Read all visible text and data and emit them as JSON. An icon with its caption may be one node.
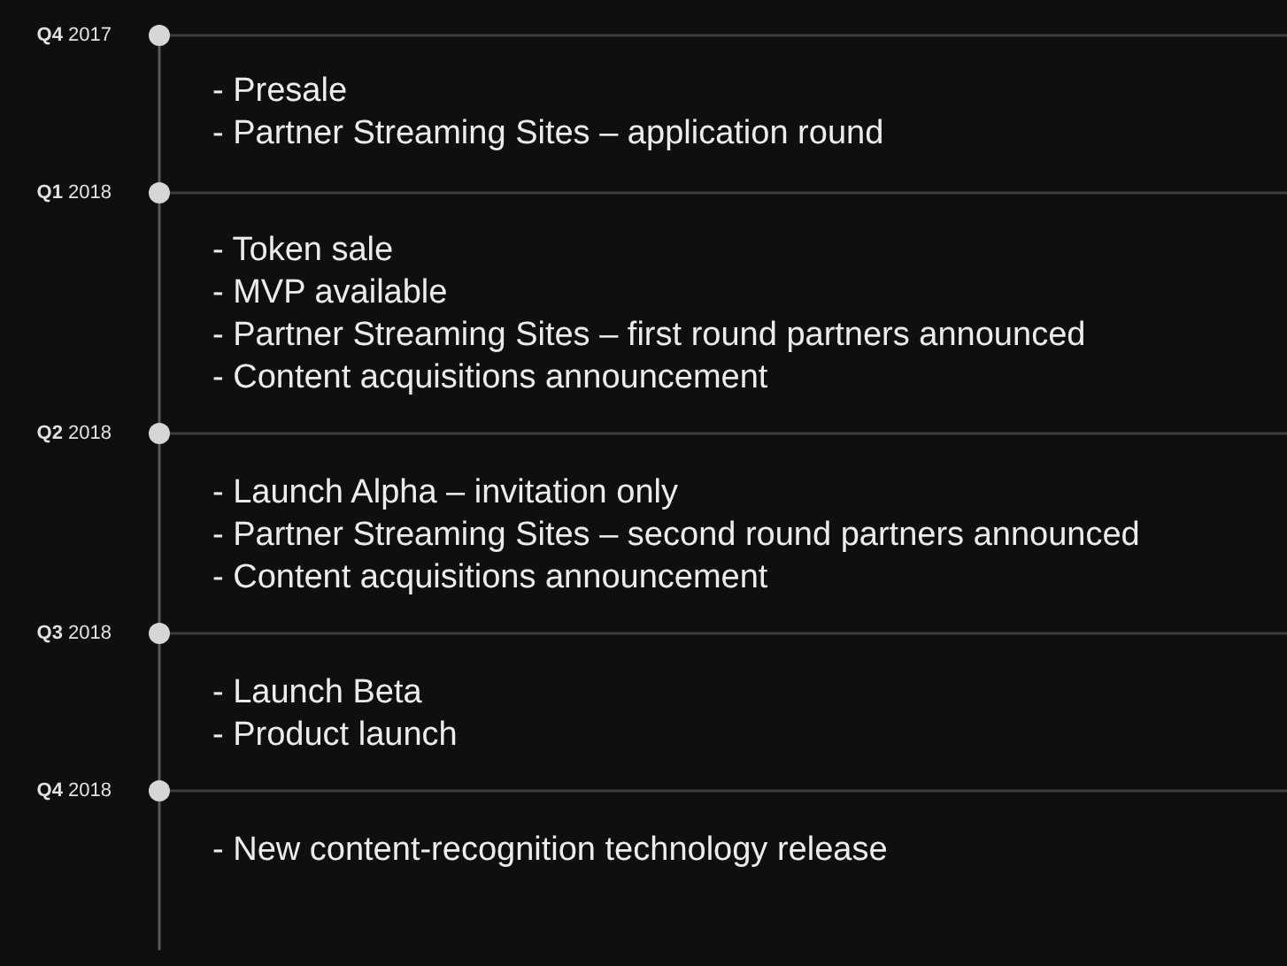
{
  "diagram": {
    "nodes": [
      {
        "text": [],
        "shape": "circle",
        "beside": [
          "**Q4** 2017",
          "- Presale",
          "- Partner Streaming Sites – application round"
        ]
      },
      {
        "text": [],
        "shape": "circle",
        "beside": [
          "**Q1** 2018",
          "- Token sale",
          "- MVP available",
          "- Partner Streaming Sites – first round partners announced",
          "- Content acquisitions announcement"
        ]
      },
      {
        "text": [],
        "shape": "circle",
        "beside": [
          "**Q2** 2018",
          "- Launch Alpha – invitation only",
          "- Partner Streaming Sites – second round partners announced",
          "- Content acquisitions announcement"
        ]
      },
      {
        "text": [],
        "shape": "circle",
        "beside": [
          "**Q3** 2018",
          "- Launch Beta",
          "- Product launch"
        ]
      },
      {
        "text": [],
        "shape": "circle",
        "beside": [
          "**Q4** 2018",
          "- New content-recognition technology release"
        ]
      }
    ],
    "edges": [
      {
        "from": 0,
        "to": 1,
        "arrow": "none"
      },
      {
        "from": 1,
        "to": 2,
        "arrow": "none"
      },
      {
        "from": 2,
        "to": 3,
        "arrow": "none"
      },
      {
        "from": 3,
        "to": 4,
        "arrow": "none"
      },
      {
        "from": 4,
        "to": null,
        "arrow": "none"
      }
    ]
  }
}
